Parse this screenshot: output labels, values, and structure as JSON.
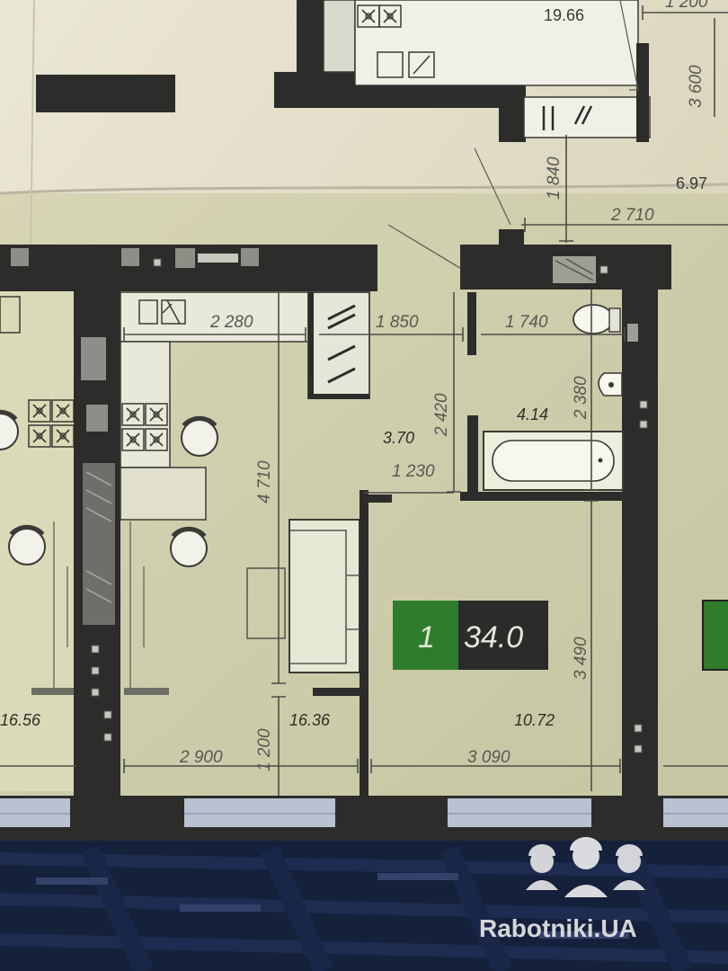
{
  "top_plan": {
    "area": "19.66",
    "dims": {
      "top_right": "1 200",
      "right": "3 600"
    }
  },
  "misc_labels": {
    "area_left_top": "6.97"
  },
  "dimensions": {
    "d_2710": "2 710",
    "d_1840": "1 840",
    "d_2280": "2 280",
    "d_1850": "1 850",
    "d_1740": "1 740",
    "d_4710": "4 710",
    "d_2420": "2 420",
    "d_2380": "2 380",
    "d_1230": "1 230",
    "d_3490": "3 490",
    "d_1200": "1 200",
    "d_2900": "2 900",
    "d_3090": "3 090"
  },
  "rooms": {
    "hall_area": "3.70",
    "bath_area": "4.14",
    "kitchen_area": "16.36",
    "bedroom_area": "10.72",
    "left_unit_area": "16.56"
  },
  "badge": {
    "rooms": "1",
    "total_area": "34.0",
    "rooms_color": "#2f7d2c",
    "area_color": "#2b2b29"
  },
  "watermark": {
    "text": "Rabotniki.UA",
    "icon": "workers-helmet-icon"
  }
}
